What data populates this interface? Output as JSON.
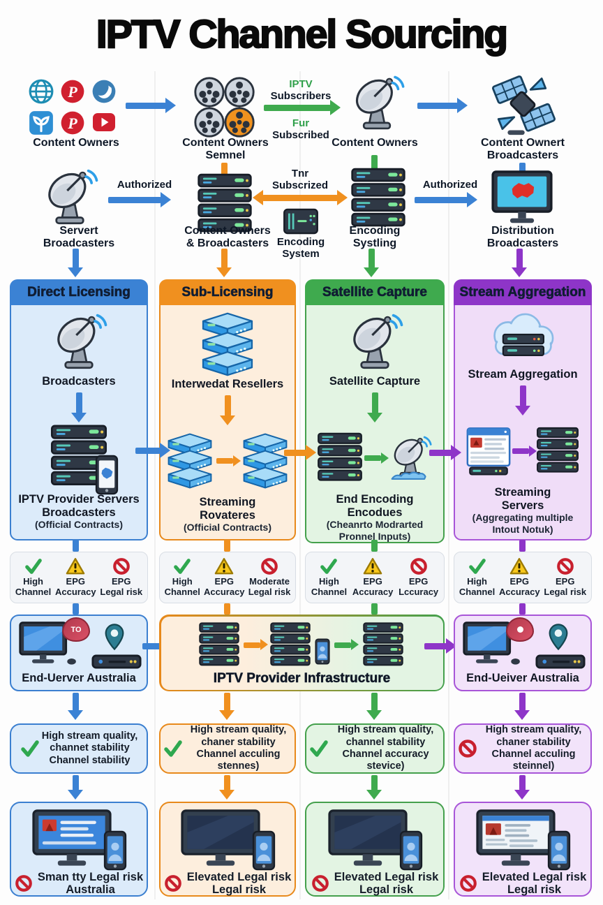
{
  "title": "IPTV Channel Sourcing",
  "colors": {
    "blue": "#3b82d4",
    "orange": "#f0901f",
    "green": "#3faa4e",
    "purple": "#8e35c8"
  },
  "top": {
    "row1": {
      "owners_label": "Content Owners",
      "reels_label1": "Content Owners",
      "reels_label2": "Semnel",
      "arrow_top1": "IPTV",
      "arrow_top2": "Subscribers",
      "arrow_bot1": "Fur",
      "arrow_bot2": "Subscribed",
      "dish_label": "Content Owners",
      "sat_label1": "Content Ownert",
      "sat_label2": "Broadcasters"
    },
    "row2": {
      "dish_label1": "Servert",
      "dish_label2": "Broadcasters",
      "authorized_left": "Authorized",
      "servers_label1": "Content Owners",
      "servers_label2": "& Broadcasters",
      "arrow_top": "Tnr",
      "arrow_bot": "Subscrized",
      "encoder_label1": "Encoding",
      "encoder_label2": "System",
      "encoding_label1": "Encoding",
      "encoding_label2": "Systling",
      "authorized_right": "Authorized",
      "monitor_label1": "Distribution",
      "monitor_label2": "Broadcasters"
    }
  },
  "columns": [
    {
      "header": "Direct Licensing",
      "stage1_label": "Broadcasters",
      "stage2_title1": "IPTV Provider Servers",
      "stage2_title2": "Broadcasters",
      "stage2_note1": "(Official Contracts)",
      "stage2_note2": "",
      "badges": [
        {
          "line1": "High",
          "line2": "Channel"
        },
        {
          "line1": "EPG",
          "line2": "Accuracy"
        },
        {
          "line1": "EPG",
          "line2": "Legal risk"
        }
      ],
      "quality_icon": "check",
      "quality_line1": "High stream quality,",
      "quality_line2": "channet stability",
      "quality_line3": "Channel stability",
      "bottom_line1": "Sman tty Legal risk",
      "bottom_line2": "Australia"
    },
    {
      "header": "Sub-Licensing",
      "stage1_label": "Interwedat Resellers",
      "stage2_title1": "Streaming",
      "stage2_title2": "Rovateres",
      "stage2_note1": "(Official Contracts)",
      "stage2_note2": "",
      "badges": [
        {
          "line1": "High",
          "line2": "Channel"
        },
        {
          "line1": "EPG",
          "line2": "Accuracy"
        },
        {
          "line1": "Moderate",
          "line2": "Legal risk"
        }
      ],
      "quality_icon": "check",
      "quality_line1": "High stream quality,",
      "quality_line2": "chaner stability",
      "quality_line3": "Channel acculing stennes)",
      "bottom_line1": "Elevated Legal risk",
      "bottom_line2": "Legal risk"
    },
    {
      "header": "Satellite Capture",
      "stage1_label": "Satellite Capture",
      "stage2_title1": "End Encoding",
      "stage2_title2": "Encodues",
      "stage2_note1": "(Cheanrto Modrarted",
      "stage2_note2": "Pronnel Inputs)",
      "badges": [
        {
          "line1": "High",
          "line2": "Channel"
        },
        {
          "line1": "EPG",
          "line2": "Accuracy"
        },
        {
          "line1": "EPG",
          "line2": "Lccuracy"
        }
      ],
      "quality_icon": "check",
      "quality_line1": "High stream quality,",
      "quality_line2": "channel stability",
      "quality_line3": "Channel accuracy stevice)",
      "bottom_line1": "Elevated Legal risk",
      "bottom_line2": "Legal risk"
    },
    {
      "header": "Stream Aggregation",
      "stage1_label": "Stream Aggregation",
      "stage2_title1": "Streaming",
      "stage2_title2": "Servers",
      "stage2_note1": "(Aggregating multiple",
      "stage2_note2": "Intout Notuk)",
      "badges": [
        {
          "line1": "High",
          "line2": "Channel"
        },
        {
          "line1": "EPG",
          "line2": "Accuracy"
        },
        {
          "line1": "EPG",
          "line2": "Legal risk"
        }
      ],
      "quality_icon": "ban",
      "quality_line1": "High stream quality,",
      "quality_line2": "chaner stability",
      "quality_line3": "Channel acculing steinnel)",
      "bottom_line1": "Elevated Legal risk",
      "bottom_line2": "Legal risk"
    }
  ],
  "mid": {
    "enduser_left": "End-Uerver Australia",
    "infrastructure": "IPTV Provider Infrastructure",
    "enduser_right": "End-Ueiver Australia",
    "pin_bubble": "TO"
  }
}
